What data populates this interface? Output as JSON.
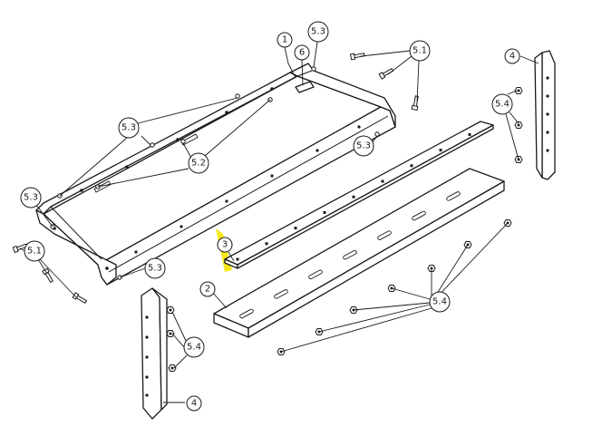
{
  "diagram": {
    "highlight_color": "#f5e81c",
    "line_color": "#1a1a1a",
    "callouts": {
      "c1": "1",
      "c2": "2",
      "c3": "3",
      "c4": "4",
      "c5_1": "5.1",
      "c5_2": "5.2",
      "c5_3": "5.3",
      "c5_4": "5.4",
      "c6": "6"
    }
  }
}
